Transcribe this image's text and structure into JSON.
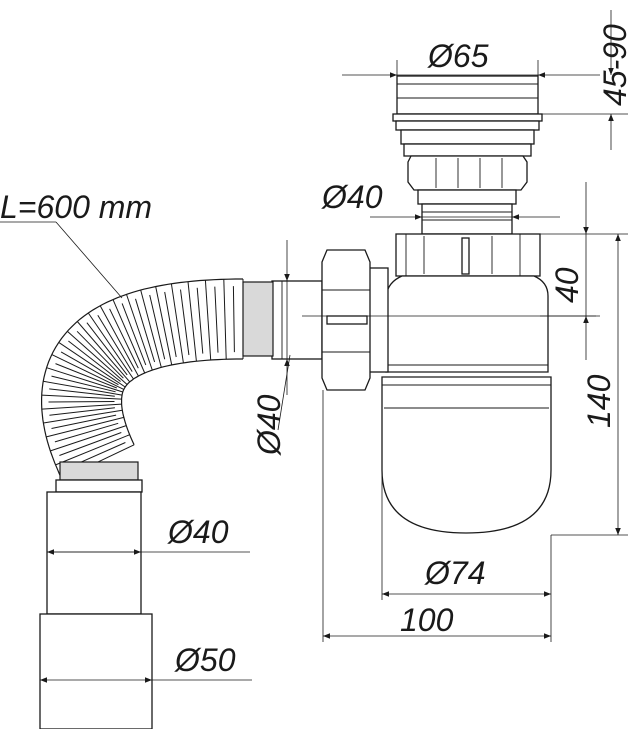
{
  "drawing": {
    "length_label": "L=600 mm",
    "dim_d65": "Ø65",
    "dim_45_90": "45-90",
    "dim_d40_top": "Ø40",
    "dim_40": "40",
    "dim_140": "140",
    "dim_d40_side": "Ø40",
    "dim_d40_pipe": "Ø40",
    "dim_d74": "Ø74",
    "dim_100": "100",
    "dim_d50": "Ø50"
  },
  "colors": {
    "line": "#1a1a1a",
    "shade": "#d9d9d9",
    "background": "#ffffff"
  }
}
